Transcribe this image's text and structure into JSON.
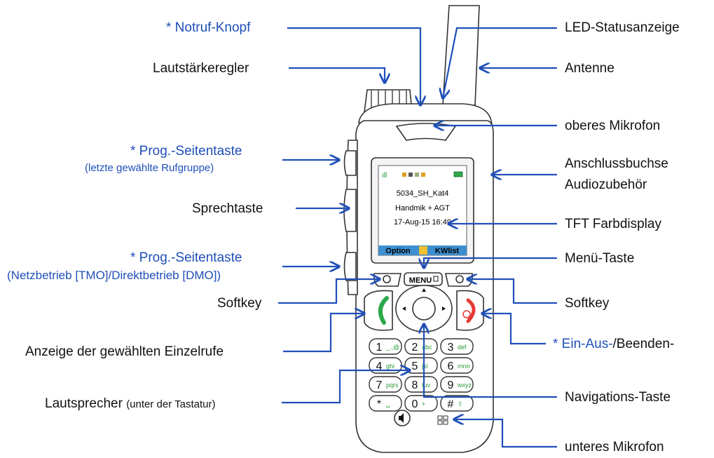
{
  "labels": {
    "notruf": "* Notruf-Knopf",
    "led": "LED-Statusanzeige",
    "lautstaerke": "Lautstärkeregler",
    "antenne": "Antenne",
    "mikro_oben": "oberes Mikrofon",
    "prog1": "* Prog.-Seitentaste",
    "prog1_sub": "(letzte gewählte Rufgruppe)",
    "anschluss_1": "Anschlussbuchse",
    "anschluss_2": "Audiozubehör",
    "sprechtaste": "Sprechtaste",
    "tft": "TFT Farbdisplay",
    "prog2": "* Prog.-Seitentaste",
    "prog2_sub": "(Netzbetrieb [TMO]/Direktbetrieb [DMO])",
    "menue": "Menü-Taste",
    "softkey_left": "Softkey",
    "softkey_right": "Softkey",
    "einaus_blue": "* Ein-Aus-",
    "einaus_black": "/Beenden-",
    "anzeige": "Anzeige der gewählten Einzelrufe",
    "navi": "Navigations-Taste",
    "lautsprecher": "Lautsprecher",
    "lautsprecher_sub": "(unter der Tastatur)",
    "mikro_unten": "unteres Mikrofon"
  },
  "screen": {
    "line1": "5034_SH_Kat4",
    "line2": "Handmik + AGT",
    "line3": "17-Aug-15 16:49",
    "soft_left": "Option",
    "soft_right": "KWlist"
  },
  "keypad": {
    "menu": "MENU",
    "keys": [
      {
        "num": "1",
        "sub": "_.,@"
      },
      {
        "num": "2",
        "sub": "abc"
      },
      {
        "num": "3",
        "sub": "def"
      },
      {
        "num": "4",
        "sub": "ghi"
      },
      {
        "num": "5",
        "sub": "jkl"
      },
      {
        "num": "6",
        "sub": "mno"
      },
      {
        "num": "7",
        "sub": "pqrs"
      },
      {
        "num": "8",
        "sub": "tuv"
      },
      {
        "num": "9",
        "sub": "wxyz"
      },
      {
        "num": "*",
        "sub": "␣"
      },
      {
        "num": "0",
        "sub": "+"
      },
      {
        "num": "#",
        "sub": "⇧"
      }
    ]
  },
  "colors": {
    "arrow": "#1f4fb8",
    "blue_text": "#1f4fb8",
    "screen_softbar": "#3d8fcf",
    "call_green": "#2da84a",
    "end_red": "#e53935"
  },
  "icons": [
    "signal-icon",
    "battery-icon",
    "call-icon",
    "end-call-icon",
    "speaker-icon",
    "microphone-icon"
  ]
}
